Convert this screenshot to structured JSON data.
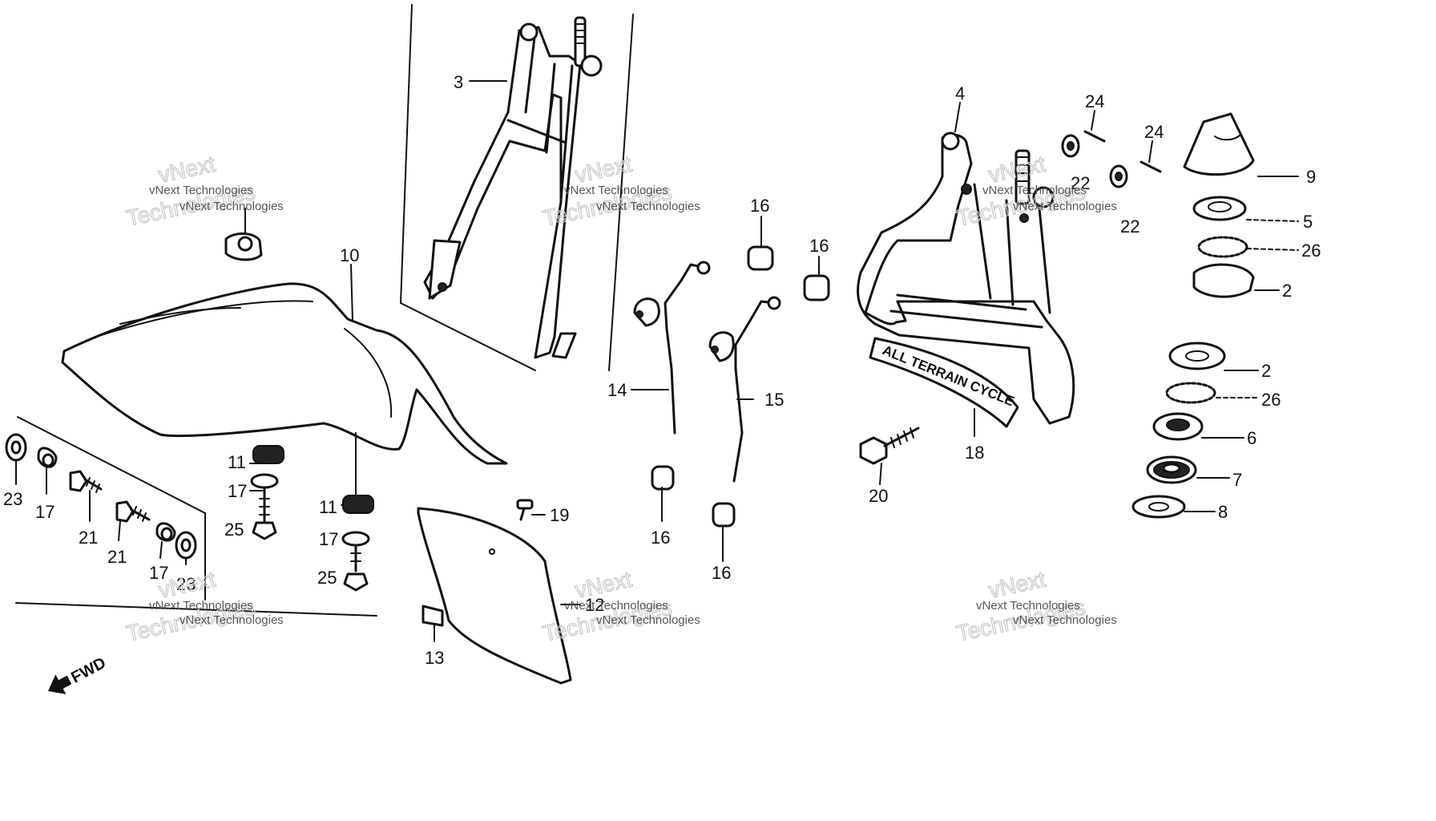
{
  "callouts": [
    {
      "id": "c3",
      "text": "3"
    },
    {
      "id": "c4",
      "text": "4"
    },
    {
      "id": "c10",
      "text": "10"
    },
    {
      "id": "c24a",
      "text": "24"
    },
    {
      "id": "c24b",
      "text": "24"
    },
    {
      "id": "c22a",
      "text": "22"
    },
    {
      "id": "c22b",
      "text": "22"
    },
    {
      "id": "c9",
      "text": "9"
    },
    {
      "id": "c5",
      "text": "5"
    },
    {
      "id": "c26a",
      "text": "26"
    },
    {
      "id": "c2a",
      "text": "2"
    },
    {
      "id": "c2b",
      "text": "2"
    },
    {
      "id": "c26b",
      "text": "26"
    },
    {
      "id": "c6",
      "text": "6"
    },
    {
      "id": "c7",
      "text": "7"
    },
    {
      "id": "c8",
      "text": "8"
    },
    {
      "id": "c16a",
      "text": "16"
    },
    {
      "id": "c16b",
      "text": "16"
    },
    {
      "id": "c14",
      "text": "14"
    },
    {
      "id": "c15",
      "text": "15"
    },
    {
      "id": "c16c",
      "text": "16"
    },
    {
      "id": "c16d",
      "text": "16"
    },
    {
      "id": "c18",
      "text": "18"
    },
    {
      "id": "c20",
      "text": "20"
    },
    {
      "id": "c11a",
      "text": "11"
    },
    {
      "id": "c17a",
      "text": "17"
    },
    {
      "id": "c25a",
      "text": "25"
    },
    {
      "id": "c11b",
      "text": "11"
    },
    {
      "id": "c17b",
      "text": "17"
    },
    {
      "id": "c25b",
      "text": "25"
    },
    {
      "id": "c19",
      "text": "19"
    },
    {
      "id": "c12",
      "text": "12"
    },
    {
      "id": "c13",
      "text": "13"
    },
    {
      "id": "c23a",
      "text": "23"
    },
    {
      "id": "c17c",
      "text": "17"
    },
    {
      "id": "c21a",
      "text": "21"
    },
    {
      "id": "c21b",
      "text": "21"
    },
    {
      "id": "c17d",
      "text": "17"
    },
    {
      "id": "c23b",
      "text": "23"
    }
  ],
  "decal_text": "ALL TERRAIN CYCLE",
  "fwd_label": "FWD",
  "watermark": {
    "small": "vNext Technologies",
    "large_line1": "vNext",
    "large_line2": "Technologies"
  }
}
